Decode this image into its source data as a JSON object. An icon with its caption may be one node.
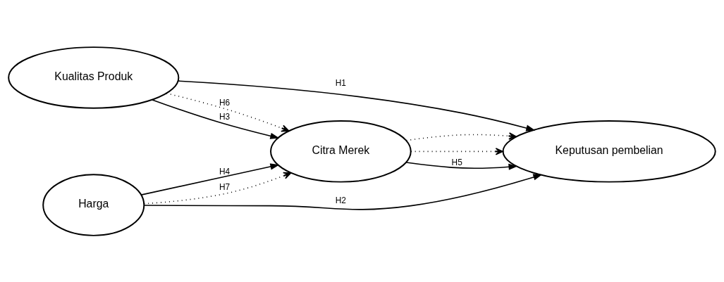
{
  "diagram": {
    "nodes": [
      {
        "text": [
          "Kualitas Produk"
        ]
      },
      {
        "text": [
          "Citra Merek"
        ]
      },
      {
        "text": [
          "Keputusan pembelian"
        ]
      },
      {
        "text": [
          "Harga"
        ]
      }
    ],
    "edges": [
      {
        "from": 0,
        "to": 2,
        "arrow": "to",
        "label": "H1"
      },
      {
        "from": 0,
        "to": 1,
        "arrow": "to",
        "label": "H6",
        "style": "dashed"
      },
      {
        "from": 0,
        "to": 1,
        "arrow": "to",
        "label": "H3"
      },
      {
        "from": 3,
        "to": 1,
        "arrow": "to",
        "label": "H4"
      },
      {
        "from": 3,
        "to": 1,
        "arrow": "to",
        "label": "H7",
        "style": "dashed"
      },
      {
        "from": 3,
        "to": 2,
        "arrow": "to",
        "label": "H2"
      },
      {
        "from": 1,
        "to": 2,
        "arrow": "to",
        "style": "dashed"
      },
      {
        "from": 1,
        "to": 2,
        "arrow": "to",
        "label": "H5"
      },
      {
        "from": 1,
        "to": 2,
        "arrow": "to",
        "style": "dashed"
      }
    ]
  }
}
